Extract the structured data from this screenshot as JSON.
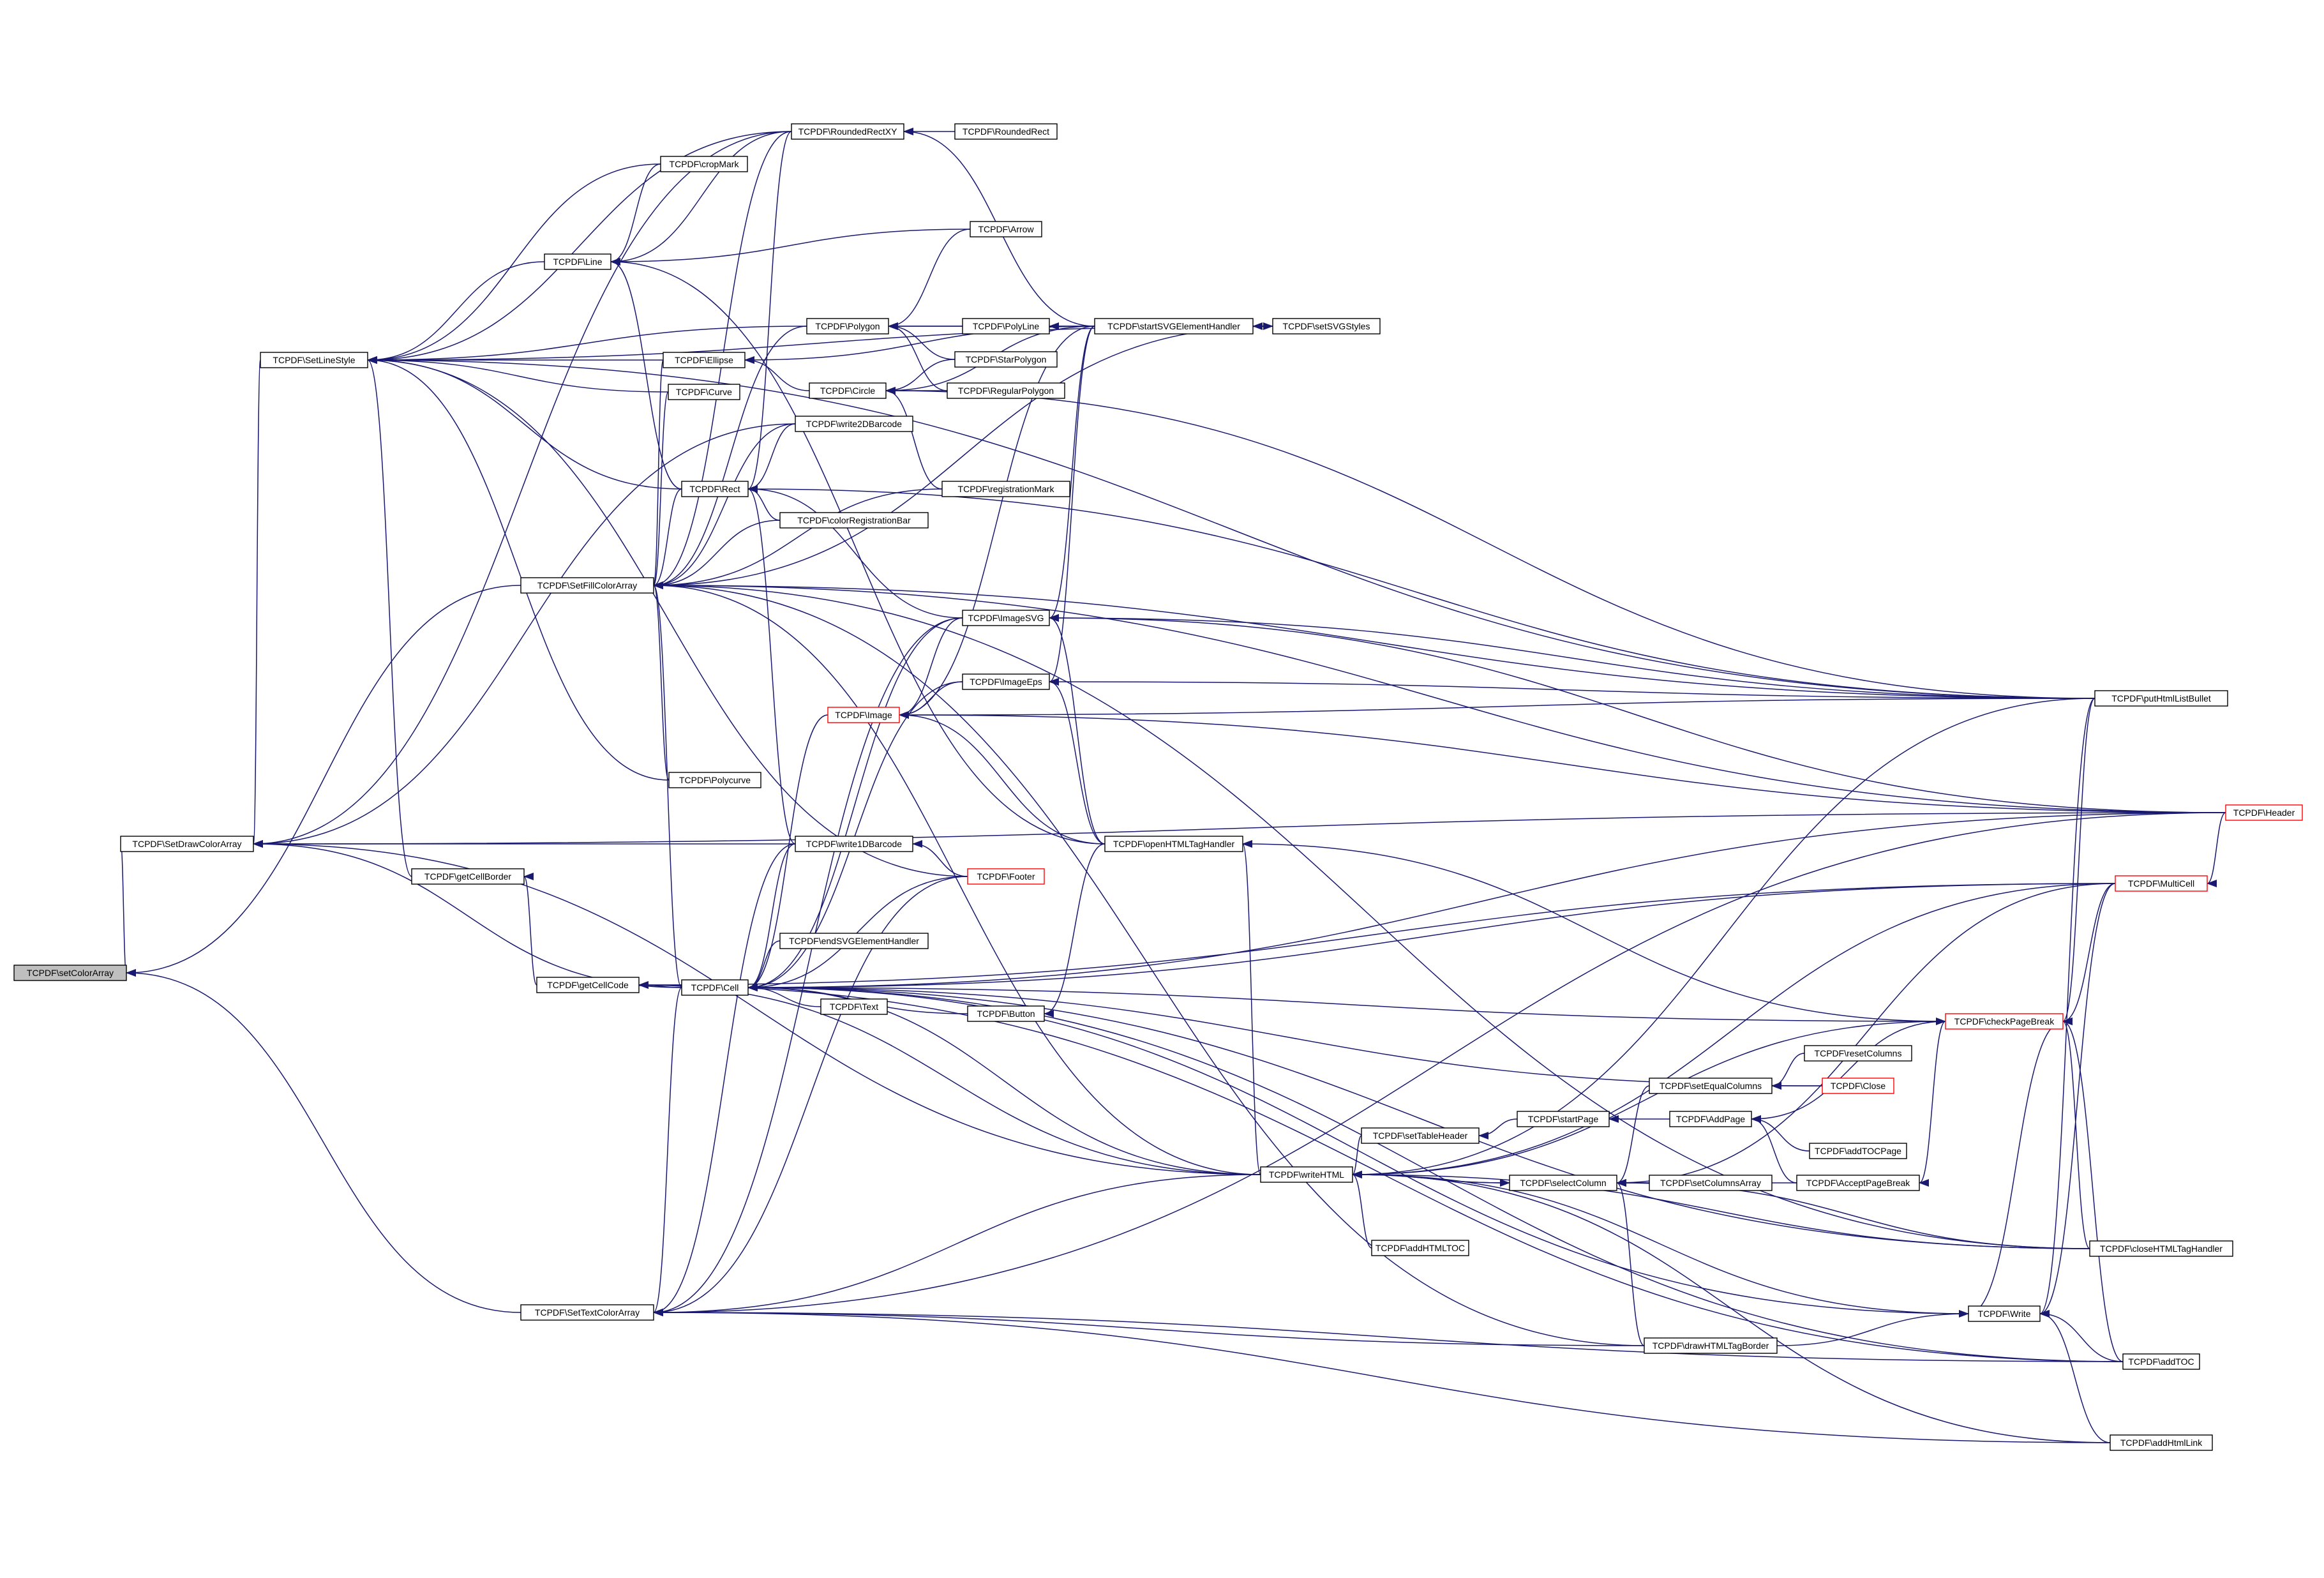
{
  "diagram": {
    "type": "call graph",
    "edge_color": "#191970",
    "root_fill": "#bfbfbf",
    "truncated_border": "#ff0000",
    "nodes": [
      {
        "id": "setColorArray",
        "label": "TCPDF\\setColorArray",
        "root": true
      },
      {
        "id": "SetDrawColorArray",
        "label": "TCPDF\\SetDrawColorArray"
      },
      {
        "id": "SetLineStyle",
        "label": "TCPDF\\SetLineStyle"
      },
      {
        "id": "SetFillColorArray",
        "label": "TCPDF\\SetFillColorArray"
      },
      {
        "id": "SetTextColorArray",
        "label": "TCPDF\\SetTextColorArray"
      },
      {
        "id": "getCellBorder",
        "label": "TCPDF\\getCellBorder"
      },
      {
        "id": "getCellCode",
        "label": "TCPDF\\getCellCode"
      },
      {
        "id": "Line",
        "label": "TCPDF\\Line"
      },
      {
        "id": "cropMark",
        "label": "TCPDF\\cropMark"
      },
      {
        "id": "RoundedRectXY",
        "label": "TCPDF\\RoundedRectXY"
      },
      {
        "id": "RoundedRect",
        "label": "TCPDF\\RoundedRect"
      },
      {
        "id": "Arrow",
        "label": "TCPDF\\Arrow"
      },
      {
        "id": "Ellipse",
        "label": "TCPDF\\Ellipse"
      },
      {
        "id": "Curve",
        "label": "TCPDF\\Curve"
      },
      {
        "id": "Rect",
        "label": "TCPDF\\Rect"
      },
      {
        "id": "Polygon",
        "label": "TCPDF\\Polygon"
      },
      {
        "id": "PolyLine",
        "label": "TCPDF\\PolyLine"
      },
      {
        "id": "startSVGElementHandler",
        "label": "TCPDF\\startSVGElementHandler"
      },
      {
        "id": "setSVGStyles",
        "label": "TCPDF\\setSVGStyles"
      },
      {
        "id": "StarPolygon",
        "label": "TCPDF\\StarPolygon"
      },
      {
        "id": "Circle",
        "label": "TCPDF\\Circle"
      },
      {
        "id": "RegularPolygon",
        "label": "TCPDF\\RegularPolygon"
      },
      {
        "id": "write2DBarcode",
        "label": "TCPDF\\write2DBarcode"
      },
      {
        "id": "registrationMark",
        "label": "TCPDF\\registrationMark"
      },
      {
        "id": "colorRegistrationBar",
        "label": "TCPDF\\colorRegistrationBar"
      },
      {
        "id": "ImageSVG",
        "label": "TCPDF\\ImageSVG"
      },
      {
        "id": "ImageEps",
        "label": "TCPDF\\ImageEps"
      },
      {
        "id": "Image",
        "label": "TCPDF\\Image",
        "truncated": true
      },
      {
        "id": "Polycurve",
        "label": "TCPDF\\Polycurve"
      },
      {
        "id": "write1DBarcode",
        "label": "TCPDF\\write1DBarcode"
      },
      {
        "id": "openHTMLTagHandler",
        "label": "TCPDF\\openHTMLTagHandler"
      },
      {
        "id": "Footer",
        "label": "TCPDF\\Footer",
        "truncated": true
      },
      {
        "id": "endSVGElementHandler",
        "label": "TCPDF\\endSVGElementHandler"
      },
      {
        "id": "Cell",
        "label": "TCPDF\\Cell"
      },
      {
        "id": "Text",
        "label": "TCPDF\\Text"
      },
      {
        "id": "Button",
        "label": "TCPDF\\Button"
      },
      {
        "id": "putHtmlListBullet",
        "label": "TCPDF\\putHtmlListBullet"
      },
      {
        "id": "Header",
        "label": "TCPDF\\Header",
        "truncated": true
      },
      {
        "id": "MultiCell",
        "label": "TCPDF\\MultiCell",
        "truncated": true
      },
      {
        "id": "checkPageBreak",
        "label": "TCPDF\\checkPageBreak",
        "truncated": true
      },
      {
        "id": "resetColumns",
        "label": "TCPDF\\resetColumns"
      },
      {
        "id": "setEqualColumns",
        "label": "TCPDF\\setEqualColumns"
      },
      {
        "id": "Close",
        "label": "TCPDF\\Close",
        "truncated": true
      },
      {
        "id": "startPage",
        "label": "TCPDF\\startPage"
      },
      {
        "id": "AddPage",
        "label": "TCPDF\\AddPage"
      },
      {
        "id": "setTableHeader",
        "label": "TCPDF\\setTableHeader"
      },
      {
        "id": "addTOCPage",
        "label": "TCPDF\\addTOCPage"
      },
      {
        "id": "writeHTML",
        "label": "TCPDF\\writeHTML"
      },
      {
        "id": "selectColumn",
        "label": "TCPDF\\selectColumn"
      },
      {
        "id": "setColumnsArray",
        "label": "TCPDF\\setColumnsArray"
      },
      {
        "id": "AcceptPageBreak",
        "label": "TCPDF\\AcceptPageBreak"
      },
      {
        "id": "addHTMLTOC",
        "label": "TCPDF\\addHTMLTOC"
      },
      {
        "id": "closeHTMLTagHandler",
        "label": "TCPDF\\closeHTMLTagHandler"
      },
      {
        "id": "Write",
        "label": "TCPDF\\Write"
      },
      {
        "id": "drawHTMLTagBorder",
        "label": "TCPDF\\drawHTMLTagBorder"
      },
      {
        "id": "addTOC",
        "label": "TCPDF\\addTOC"
      },
      {
        "id": "addHtmlLink",
        "label": "TCPDF\\addHtmlLink"
      }
    ],
    "edges": [
      [
        "setColorArray",
        "SetDrawColorArray"
      ],
      [
        "setColorArray",
        "SetFillColorArray"
      ],
      [
        "setColorArray",
        "SetTextColorArray"
      ],
      [
        "SetDrawColorArray",
        "SetLineStyle"
      ],
      [
        "SetDrawColorArray",
        "write1DBarcode"
      ],
      [
        "SetDrawColorArray",
        "write2DBarcode"
      ],
      [
        "SetDrawColorArray",
        "Cell"
      ],
      [
        "SetDrawColorArray",
        "writeHTML"
      ],
      [
        "SetDrawColorArray",
        "RoundedRectXY"
      ],
      [
        "SetDrawColorArray",
        "Header"
      ],
      [
        "SetLineStyle",
        "Line"
      ],
      [
        "SetLineStyle",
        "cropMark"
      ],
      [
        "SetLineStyle",
        "RoundedRectXY"
      ],
      [
        "SetLineStyle",
        "Polygon"
      ],
      [
        "SetLineStyle",
        "Ellipse"
      ],
      [
        "SetLineStyle",
        "Curve"
      ],
      [
        "SetLineStyle",
        "Rect"
      ],
      [
        "SetLineStyle",
        "Polycurve"
      ],
      [
        "SetLineStyle",
        "getCellBorder"
      ],
      [
        "SetLineStyle",
        "Footer"
      ],
      [
        "SetLineStyle",
        "setSVGStyles"
      ],
      [
        "SetLineStyle",
        "putHtmlListBullet"
      ],
      [
        "Line",
        "cropMark"
      ],
      [
        "Line",
        "RoundedRectXY"
      ],
      [
        "Line",
        "Arrow"
      ],
      [
        "Line",
        "Rect"
      ],
      [
        "Line",
        "openHTMLTagHandler"
      ],
      [
        "RoundedRectXY",
        "RoundedRect"
      ],
      [
        "RoundedRectXY",
        "startSVGElementHandler"
      ],
      [
        "Polygon",
        "Arrow"
      ],
      [
        "Polygon",
        "PolyLine"
      ],
      [
        "Polygon",
        "startSVGElementHandler"
      ],
      [
        "Polygon",
        "StarPolygon"
      ],
      [
        "Polygon",
        "RegularPolygon"
      ],
      [
        "PolyLine",
        "startSVGElementHandler"
      ],
      [
        "startSVGElementHandler",
        "setSVGStyles"
      ],
      [
        "setSVGStyles",
        "startSVGElementHandler"
      ],
      [
        "Ellipse",
        "Circle"
      ],
      [
        "Ellipse",
        "startSVGElementHandler"
      ],
      [
        "Circle",
        "StarPolygon"
      ],
      [
        "Circle",
        "RegularPolygon"
      ],
      [
        "Circle",
        "registrationMark"
      ],
      [
        "Circle",
        "startSVGElementHandler"
      ],
      [
        "Circle",
        "putHtmlListBullet"
      ],
      [
        "Rect",
        "RoundedRectXY"
      ],
      [
        "Rect",
        "write2DBarcode"
      ],
      [
        "Rect",
        "colorRegistrationBar"
      ],
      [
        "Rect",
        "ImageSVG"
      ],
      [
        "Rect",
        "write1DBarcode"
      ],
      [
        "Rect",
        "putHtmlListBullet"
      ],
      [
        "SetFillColorArray",
        "Rect"
      ],
      [
        "SetFillColorArray",
        "Polygon"
      ],
      [
        "SetFillColorArray",
        "Ellipse"
      ],
      [
        "SetFillColorArray",
        "Curve"
      ],
      [
        "SetFillColorArray",
        "RoundedRectXY"
      ],
      [
        "SetFillColorArray",
        "write2DBarcode"
      ],
      [
        "SetFillColorArray",
        "colorRegistrationBar"
      ],
      [
        "SetFillColorArray",
        "registrationMark"
      ],
      [
        "SetFillColorArray",
        "Polycurve"
      ],
      [
        "SetFillColorArray",
        "Cell"
      ],
      [
        "SetFillColorArray",
        "setSVGStyles"
      ],
      [
        "SetFillColorArray",
        "putHtmlListBullet"
      ],
      [
        "SetFillColorArray",
        "Header"
      ],
      [
        "SetFillColorArray",
        "drawHTMLTagBorder"
      ],
      [
        "SetFillColorArray",
        "closeHTMLTagHandler"
      ],
      [
        "SetFillColorArray",
        "writeHTML"
      ],
      [
        "ImageSVG",
        "startSVGElementHandler"
      ],
      [
        "ImageSVG",
        "openHTMLTagHandler"
      ],
      [
        "ImageSVG",
        "putHtmlListBullet"
      ],
      [
        "ImageSVG",
        "Header"
      ],
      [
        "ImageEps",
        "openHTMLTagHandler"
      ],
      [
        "ImageEps",
        "putHtmlListBullet"
      ],
      [
        "ImageEps",
        "startSVGElementHandler"
      ],
      [
        "Image",
        "ImageSVG"
      ],
      [
        "Image",
        "ImageEps"
      ],
      [
        "Image",
        "openHTMLTagHandler"
      ],
      [
        "Image",
        "putHtmlListBullet"
      ],
      [
        "Image",
        "Header"
      ],
      [
        "Image",
        "startSVGElementHandler"
      ],
      [
        "write1DBarcode",
        "Footer"
      ],
      [
        "Cell",
        "write1DBarcode"
      ],
      [
        "Cell",
        "Footer"
      ],
      [
        "Cell",
        "endSVGElementHandler"
      ],
      [
        "Cell",
        "Text"
      ],
      [
        "Cell",
        "Button"
      ],
      [
        "Cell",
        "checkPageBreak"
      ],
      [
        "Cell",
        "Close"
      ],
      [
        "Cell",
        "writeHTML"
      ],
      [
        "Cell",
        "Image"
      ],
      [
        "Cell",
        "ImageSVG"
      ],
      [
        "Cell",
        "ImageEps"
      ],
      [
        "Cell",
        "MultiCell"
      ],
      [
        "Cell",
        "Write"
      ],
      [
        "Cell",
        "addTOC"
      ],
      [
        "Cell",
        "closeHTMLTagHandler"
      ],
      [
        "Cell",
        "Header"
      ],
      [
        "Button",
        "openHTMLTagHandler"
      ],
      [
        "getCellBorder",
        "getCellCode"
      ],
      [
        "getCellCode",
        "Cell"
      ],
      [
        "getCellCode",
        "MultiCell"
      ],
      [
        "getCellCode",
        "writeHTML"
      ],
      [
        "getCellCode",
        "addTOC"
      ],
      [
        "SetTextColorArray",
        "Cell"
      ],
      [
        "SetTextColorArray",
        "Footer"
      ],
      [
        "SetTextColorArray",
        "write1DBarcode"
      ],
      [
        "SetTextColorArray",
        "ImageSVG"
      ],
      [
        "SetTextColorArray",
        "writeHTML"
      ],
      [
        "SetTextColorArray",
        "drawHTMLTagBorder"
      ],
      [
        "SetTextColorArray",
        "addTOC"
      ],
      [
        "SetTextColorArray",
        "addHtmlLink"
      ],
      [
        "SetTextColorArray",
        "Header"
      ],
      [
        "openHTMLTagHandler",
        "writeHTML"
      ],
      [
        "openHTMLTagHandler",
        "checkPageBreak"
      ],
      [
        "checkPageBreak",
        "MultiCell"
      ],
      [
        "checkPageBreak",
        "writeHTML"
      ],
      [
        "checkPageBreak",
        "Write"
      ],
      [
        "checkPageBreak",
        "putHtmlListBullet"
      ],
      [
        "checkPageBreak",
        "closeHTMLTagHandler"
      ],
      [
        "checkPageBreak",
        "addTOC"
      ],
      [
        "AddPage",
        "checkPageBreak"
      ],
      [
        "AddPage",
        "addTOCPage"
      ],
      [
        "AddPage",
        "AcceptPageBreak"
      ],
      [
        "startPage",
        "AddPage"
      ],
      [
        "setTableHeader",
        "startPage"
      ],
      [
        "writeHTML",
        "setTableHeader"
      ],
      [
        "writeHTML",
        "selectColumn"
      ],
      [
        "writeHTML",
        "addHTMLTOC"
      ],
      [
        "writeHTML",
        "MultiCell"
      ],
      [
        "writeHTML",
        "putHtmlListBullet"
      ],
      [
        "writeHTML",
        "closeHTMLTagHandler"
      ],
      [
        "writeHTML",
        "Write"
      ],
      [
        "writeHTML",
        "addHtmlLink"
      ],
      [
        "selectColumn",
        "writeHTML"
      ],
      [
        "selectColumn",
        "setEqualColumns"
      ],
      [
        "selectColumn",
        "setColumnsArray"
      ],
      [
        "selectColumn",
        "AcceptPageBreak"
      ],
      [
        "selectColumn",
        "closeHTMLTagHandler"
      ],
      [
        "selectColumn",
        "drawHTMLTagBorder"
      ],
      [
        "selectColumn",
        "MultiCell"
      ],
      [
        "setEqualColumns",
        "resetColumns"
      ],
      [
        "setEqualColumns",
        "Close"
      ],
      [
        "AcceptPageBreak",
        "checkPageBreak"
      ],
      [
        "Write",
        "MultiCell"
      ],
      [
        "Write",
        "putHtmlListBullet"
      ],
      [
        "Write",
        "addTOC"
      ],
      [
        "Write",
        "addHtmlLink"
      ],
      [
        "Write",
        "drawHTMLTagBorder"
      ],
      [
        "MultiCell",
        "Header"
      ]
    ]
  }
}
